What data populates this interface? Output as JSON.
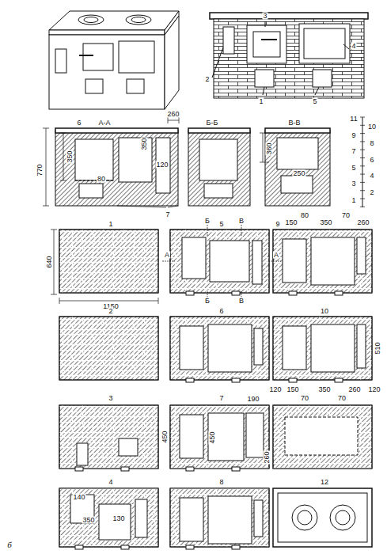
{
  "diagram": {
    "labels": [
      "3",
      "2",
      "4",
      "1",
      "5",
      "6",
      "А-А",
      "260",
      "350",
      "350",
      "120",
      "80",
      "770",
      "Б-Б",
      "В-В",
      "360",
      "250",
      "7",
      "11",
      "10",
      "9",
      "8",
      "7",
      "6",
      "5",
      "4",
      "3",
      "2",
      "1",
      "1",
      "640",
      "1150",
      "5",
      "Б",
      "В",
      "А",
      "А",
      "Б",
      "В",
      "9",
      "150",
      "80",
      "350",
      "70",
      "260",
      "2",
      "6",
      "10",
      "510",
      "120",
      "150",
      "350",
      "260",
      "120",
      "70",
      "70",
      "3",
      "7",
      "190",
      "450",
      "450",
      "260",
      "4",
      "140",
      "350",
      "130",
      "8",
      "12",
      "б"
    ]
  }
}
